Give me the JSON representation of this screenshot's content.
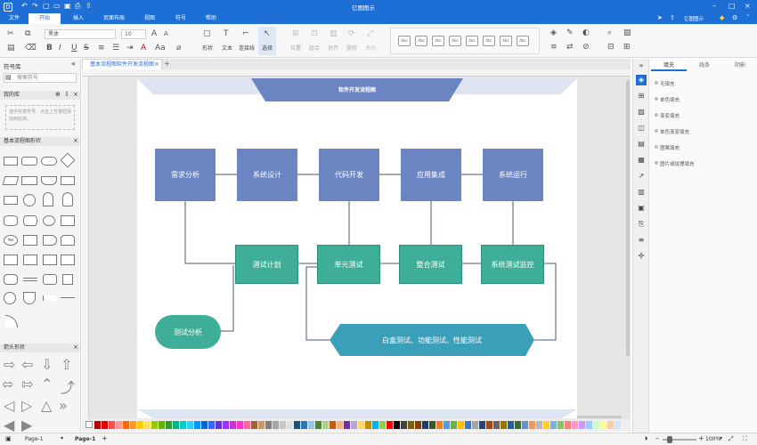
{
  "title": "亿图图示",
  "user": "亿图图示",
  "menu": [
    "文件",
    "开始",
    "插入",
    "页面布局",
    "视图",
    "符号",
    "帮助"
  ],
  "ribbon": {
    "font_name": "黑体",
    "font_size": "10",
    "tools": [
      "形状",
      "文本",
      "连接线",
      "选择"
    ],
    "disabled_tools": [
      "位置",
      "组合",
      "对齐",
      "旋转",
      "大小"
    ],
    "style_label": "Abc"
  },
  "left": {
    "panel_title": "符号库",
    "search_placeholder": "搜索符号",
    "my_library": "我的库",
    "my_library_hint": "选中任意符号，点击上方按钮添加到此库。",
    "basic_flow": "基本流程图形状",
    "arrows": "箭头形状",
    "shape_label": "Yes"
  },
  "doc_tab": "基本流程图软件开发流程图",
  "diagram": {
    "header": "软件开发流程图",
    "row1": [
      "需求分析",
      "系统设计",
      "代码开发",
      "应用集成",
      "系统运行"
    ],
    "row2": [
      "测试计划",
      "单元测试",
      "整合测试",
      "系统测试监控"
    ],
    "start": "测试分析",
    "hex": "白盒测试、功能测试、性能测试"
  },
  "right": {
    "tabs": [
      "填充",
      "线条",
      "阴影"
    ],
    "options": [
      "无填充",
      "单色填充",
      "渐变填充",
      "单色渐变填充",
      "图案填充",
      "图片或纹理填充"
    ]
  },
  "status": {
    "page_selector": "Page-1",
    "page_tab": "Page-1",
    "zoom": "100%"
  },
  "colors": {
    "accent": "#1d6fd6",
    "box_blue": "#6b84c2",
    "box_green": "#3fae98",
    "hex_teal": "#3a9fb8",
    "header_band": "#6b84c2"
  },
  "palette": [
    "#c00000",
    "#e60000",
    "#ff4d4d",
    "#ff9999",
    "#ff6600",
    "#ff9933",
    "#ffcc00",
    "#ffe066",
    "#99cc00",
    "#66b300",
    "#339933",
    "#00b386",
    "#00cccc",
    "#33ccff",
    "#0099ff",
    "#0066cc",
    "#3366ff",
    "#6633cc",
    "#9933ff",
    "#cc33cc",
    "#ff33cc",
    "#ff6699",
    "#996633",
    "#cc9966",
    "#808080",
    "#a6a6a6",
    "#c8c8c8",
    "#e0e0e0",
    "#1f4e79",
    "#2e75b6",
    "#9dc3e6",
    "#548235",
    "#a9d18e",
    "#c55a11",
    "#f4b183",
    "#7030a0",
    "#b4a7d6",
    "#ffd966",
    "#bf9000",
    "#00b0f0",
    "#92d050",
    "#ff0000",
    "#000000",
    "#404040",
    "#7f6000",
    "#843c0c",
    "#203864",
    "#385723",
    "#ed7d31",
    "#5b9bd5",
    "#70ad47",
    "#ffc000",
    "#4472c4",
    "#a5a5a5",
    "#264478",
    "#9e480e",
    "#636363",
    "#997300",
    "#255e91",
    "#43682b",
    "#698ed0",
    "#f1975a",
    "#b7b7b7",
    "#ffcd33",
    "#7cafdd",
    "#8cc168",
    "#ff7c80",
    "#ff99cc",
    "#cc99ff",
    "#99ccff",
    "#ccffcc",
    "#ffff99",
    "#f8cbad",
    "#dae3f3"
  ]
}
